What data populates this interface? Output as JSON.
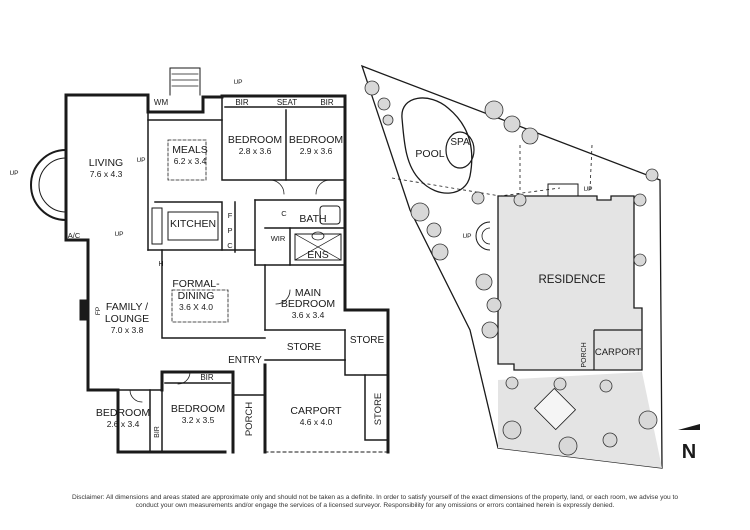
{
  "floor_plan": {
    "rooms": [
      {
        "id": "living",
        "name": "LIVING",
        "dims": "7.6 x 4.3"
      },
      {
        "id": "meals",
        "name": "MEALS",
        "dims": "6.2 x 3.4"
      },
      {
        "id": "bedroom-top-1",
        "name": "BEDROOM",
        "dims": "2.8 x 3.6"
      },
      {
        "id": "bedroom-top-2",
        "name": "BEDROOM",
        "dims": "2.9 x 3.6"
      },
      {
        "id": "kitchen",
        "name": "KITCHEN",
        "dims": ""
      },
      {
        "id": "bath",
        "name": "BATH",
        "dims": ""
      },
      {
        "id": "ens",
        "name": "ENS",
        "dims": ""
      },
      {
        "id": "formal-dining",
        "name": "FORMAL-\nDINING",
        "dims": "3.6 X 4.0"
      },
      {
        "id": "main-bedroom",
        "name": "MAIN\nBEDROOM",
        "dims": "3.6 x 3.4"
      },
      {
        "id": "family-lounge",
        "name": "FAMILY /\nLOUNGE",
        "dims": "7.0 x 3.8"
      },
      {
        "id": "bedroom-bottom-1",
        "name": "BEDROOM",
        "dims": "2.6 x 3.4"
      },
      {
        "id": "bedroom-bottom-2",
        "name": "BEDROOM",
        "dims": "3.2 x 3.5"
      },
      {
        "id": "carport",
        "name": "CARPORT",
        "dims": "4.6 x 4.0"
      }
    ],
    "labels": {
      "wm": "WM",
      "bir": "BIR",
      "seat": "SEAT",
      "up": "UP",
      "ac": "A/C",
      "fp": "FP",
      "h": "H",
      "f": "F",
      "p": "P",
      "c": "C",
      "wir": "WIR",
      "entry": "ENTRY",
      "store": "STORE",
      "porch": "PORCH"
    }
  },
  "site_plan": {
    "pool": "POOL",
    "spa": "SPA",
    "residence": "RESIDENCE",
    "carport": "CARPORT",
    "porch": "PORCH",
    "up": "UP"
  },
  "north": "N",
  "disclaimer": "Disclaimer: All dimensions and areas stated are approximate only and should not be taken as a definite. In order to satisfy yourself of the exact dimensions of the property, land, or each room, we advise you to conduct your own measurements and/or engage the services of a licensed surveyor. Responsibility for any omissions or errors contained herein is expressly denied."
}
